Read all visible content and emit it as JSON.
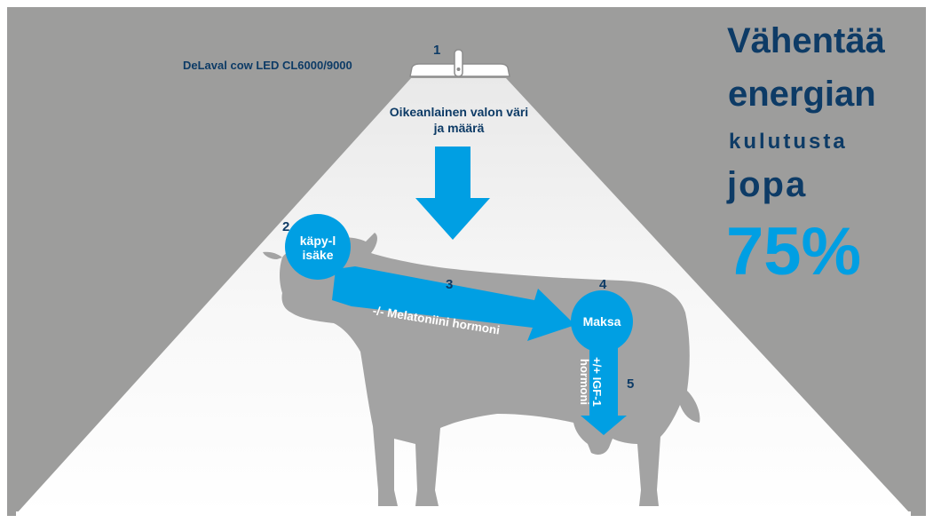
{
  "lamp": {
    "label": "DeLaval cow LED CL6000/9000",
    "step_number": "1"
  },
  "light": {
    "caption": "Oikeanlainen valon väri ja määrä"
  },
  "steps": {
    "pineal": {
      "number": "2",
      "label": "käpy-lisäke"
    },
    "melatonin": {
      "number": "3",
      "label": "-/- Melatoniini hormoni"
    },
    "liver": {
      "number": "4",
      "label": "Maksa"
    },
    "igf": {
      "number": "5",
      "label_line1": "+/+ IGF-1",
      "label_line2": "hormoni"
    }
  },
  "headline": {
    "line1": "Vähentää",
    "line2": "energian",
    "line3": "kulutusta",
    "line4": "jopa",
    "percent": "75%"
  },
  "colors": {
    "background_gray": "#9d9d9c",
    "light_beam": "#f1f1f1",
    "cow_silhouette": "#a3a3a3",
    "accent_blue": "#009fe3",
    "text_navy": "#0d3b66"
  }
}
